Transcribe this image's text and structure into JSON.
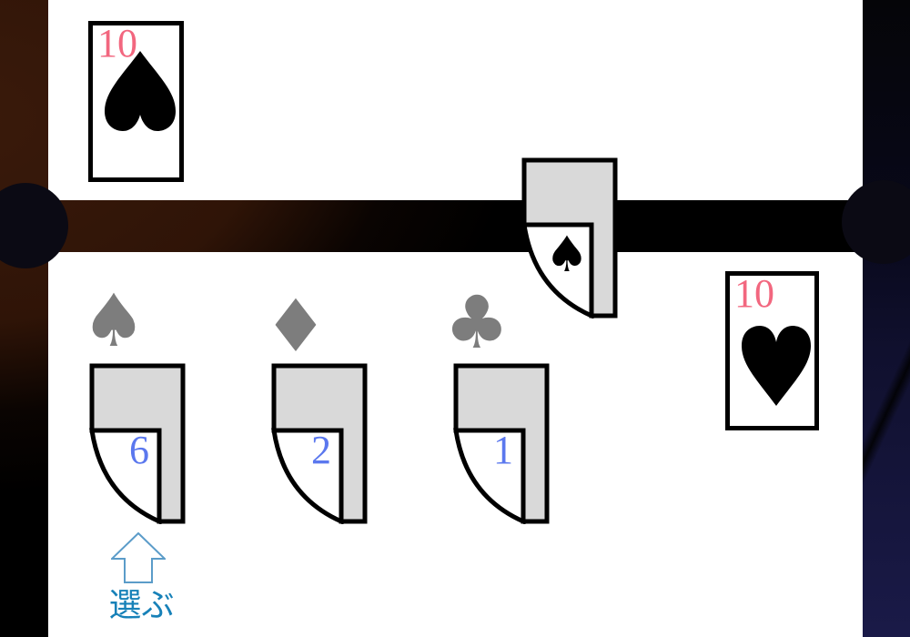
{
  "game": {
    "top_card": {
      "rank": "10",
      "suit": "spade"
    },
    "right_card": {
      "rank": "10",
      "suit": "heart"
    },
    "deck_card": {
      "suit": "spade",
      "suit_glyph": "♠"
    },
    "choices": [
      {
        "suit": "spade",
        "suit_glyph": "♠",
        "count": "6"
      },
      {
        "suit": "diamond",
        "suit_glyph": "♦",
        "count": "2"
      },
      {
        "suit": "club",
        "suit_glyph": "♣",
        "count": "1"
      }
    ],
    "prompt_label": "選ぶ"
  },
  "colors": {
    "rank_pink": "#f2677f",
    "count_blue": "#5b78ee",
    "suit_gray": "#7d7d7d",
    "suit_black": "#000000",
    "card_back_gray": "#d9d9d9",
    "card_border": "#000000",
    "panel_white": "#ffffff",
    "arrow_stroke_blue": "#5b9cc9",
    "prompt_text_blue": "#1781b8",
    "bg_brown": "#2f1407",
    "bg_navy": "#1a1a48",
    "bg_black": "#000000",
    "knob_dark": "#0b0a14"
  }
}
